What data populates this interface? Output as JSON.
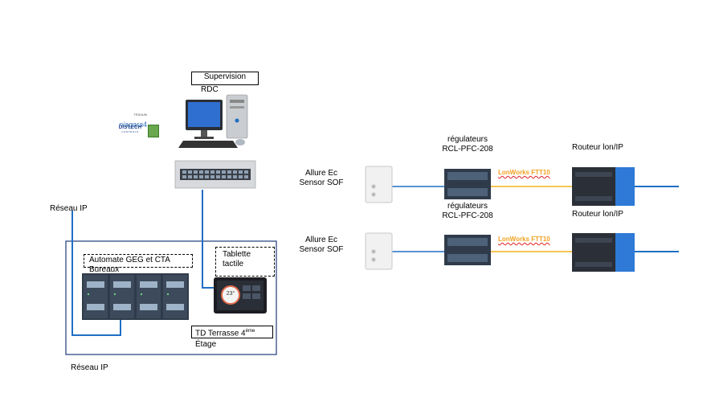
{
  "supervision": {
    "title": "Supervision",
    "subtitle": "RDC"
  },
  "logos": {
    "tridium": "TRIDIUM",
    "niagara": "niagara",
    "niagara_version": "4",
    "distech_1": "DISTECH",
    "distech_2": "CONTROLS"
  },
  "network": {
    "ip_top": "Réseau IP",
    "ip_bottom": "Réseau IP"
  },
  "cabinet": {
    "automate_label": "Automate GEG et CTA Bureaux",
    "tablet_line1": "Tablette",
    "tablet_line2": "tactile",
    "tablet_temp": "23°",
    "td_label_main": "TD Terrasse 4",
    "td_label_sup": "ème",
    "td_label_line2": "Étage"
  },
  "rows": [
    {
      "sensor_l1": "Allure Ec",
      "sensor_l2": "Sensor SOF",
      "reg_l1": "régulateurs",
      "reg_l2": "RCL-PFC-208",
      "lon": "LonWorks FTT10",
      "router": "Routeur lon/IP"
    },
    {
      "sensor_l1": "Allure Ec",
      "sensor_l2": "Sensor SOF",
      "reg_l1": "régulateurs",
      "reg_l2": "RCL-PFC-208",
      "lon": "LonWorks FTT10",
      "router": "Routeur lon/IP"
    }
  ],
  "colors": {
    "ip_line": "#1f6fc4",
    "lon_line": "#f5b21b",
    "frame": "#1f3b7a",
    "router_accent": "#2e7ad6",
    "device_dark": "#2f3b4a"
  }
}
